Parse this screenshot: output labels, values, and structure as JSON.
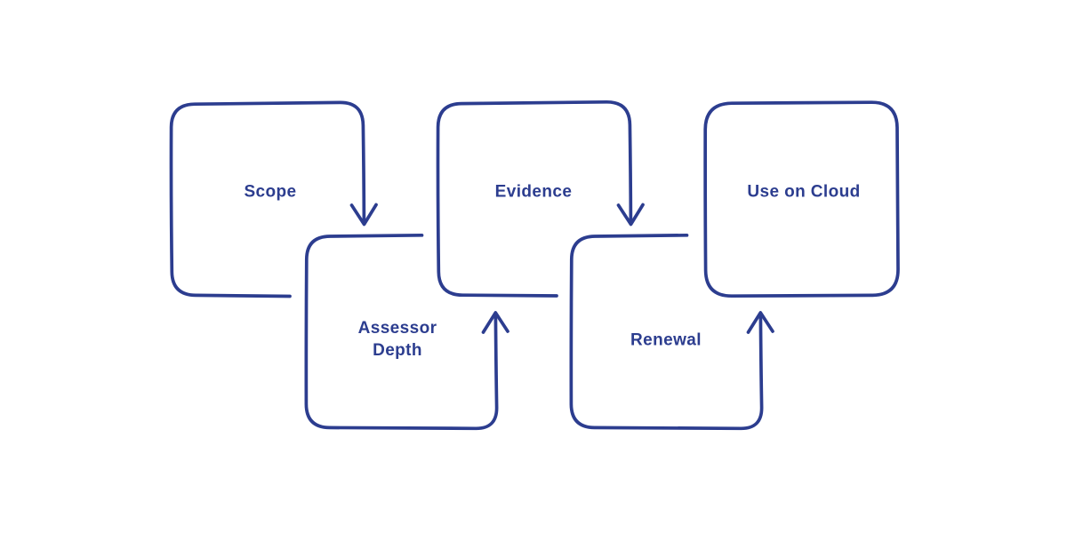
{
  "diagram": {
    "type": "flowchart",
    "style": "hand-drawn",
    "background_color": "#ffffff",
    "ink_color": "#2c3d8f",
    "nodes": [
      {
        "id": "scope",
        "label": "Scope"
      },
      {
        "id": "assessor-depth",
        "label": "Assessor Depth"
      },
      {
        "id": "evidence",
        "label": "Evidence"
      },
      {
        "id": "renewal",
        "label": "Renewal"
      },
      {
        "id": "use-on-cloud",
        "label": "Use on Cloud"
      }
    ],
    "connections": [
      {
        "from": "Scope",
        "to": "Assessor Depth",
        "direction": "down"
      },
      {
        "from": "Assessor Depth",
        "to": "Evidence",
        "direction": "up"
      },
      {
        "from": "Evidence",
        "to": "Renewal",
        "direction": "down"
      },
      {
        "from": "Renewal",
        "to": "Use on Cloud",
        "direction": "up"
      }
    ]
  }
}
